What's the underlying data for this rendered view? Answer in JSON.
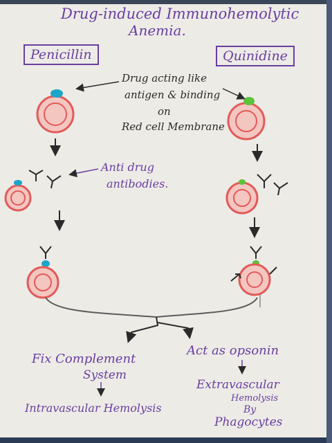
{
  "title": {
    "line1": "Drug-induced Immunohemolytic",
    "line2": "Anemia."
  },
  "drugs": {
    "left": "Penicillin",
    "right": "Quinidine"
  },
  "annotations": {
    "drug_line1": "Drug acting like",
    "drug_line2": "antigen & binding",
    "drug_line3": "on",
    "drug_line4": "Red cell Membrane",
    "antibody_line1": "Anti drug",
    "antibody_line2": "antibodies."
  },
  "outcomes": {
    "left_line1": "Fix Complement",
    "left_line2": "System",
    "left_result": "Intravascular Hemolysis",
    "right_line1": "Act as opsonin",
    "right_result_line1": "Extravascular",
    "right_result_line2": "Hemolysis",
    "right_result_line3": "By",
    "right_result_line4": "Phagocytes"
  },
  "colors": {
    "ink_purple": "#6a3ea0",
    "cell_red": "#e25a5a",
    "drug_blue": "#1aa6c8",
    "drug_green": "#5cc43a"
  }
}
